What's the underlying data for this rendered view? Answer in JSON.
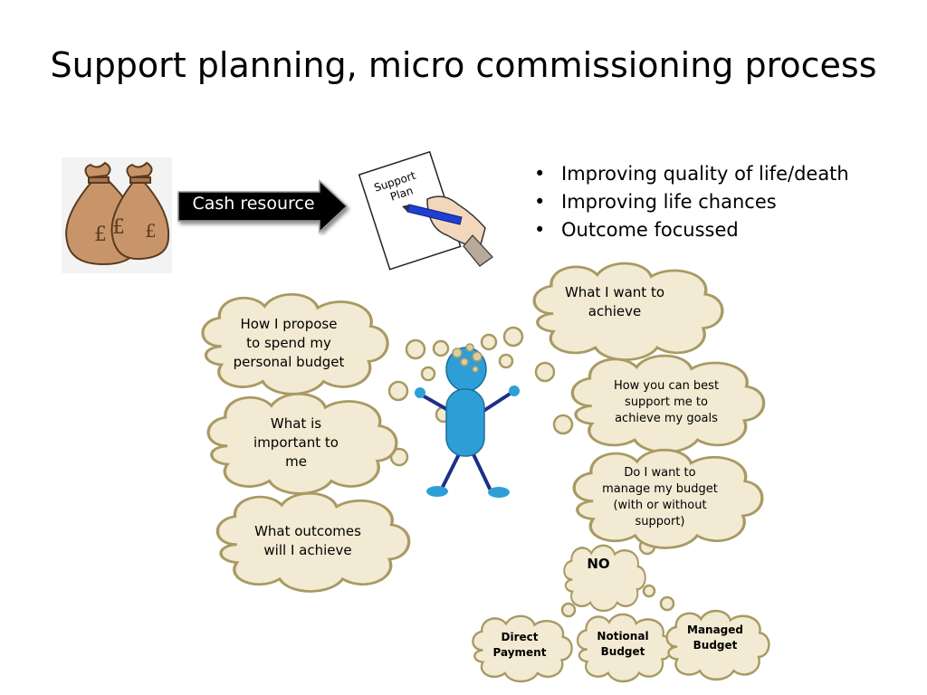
{
  "slide": {
    "title": "Support planning, micro commissioning process"
  },
  "resources": {
    "arrow_label": "Cash resource",
    "money_bag_symbol": "£",
    "support_plan_label": "Support\nPlan"
  },
  "bullets": [
    "Improving quality of life/death",
    "Improving life chances",
    "Outcome focussed"
  ],
  "clouds": {
    "left": [
      "How I propose to spend my personal budget",
      "What is important to me",
      "What outcomes will I achieve"
    ],
    "right": [
      "What I want to achieve",
      "How you can best support me to achieve my goals",
      "Do I want to manage my budget (with or without support)"
    ],
    "no": "NO",
    "options": [
      "Direct Payment",
      "Notional Budget",
      "Managed Budget"
    ]
  },
  "colors": {
    "cloud_fill": "#f2ead2",
    "cloud_stroke": "#a89a63",
    "figure": "#2e9fd6",
    "arrow": "#000000"
  }
}
